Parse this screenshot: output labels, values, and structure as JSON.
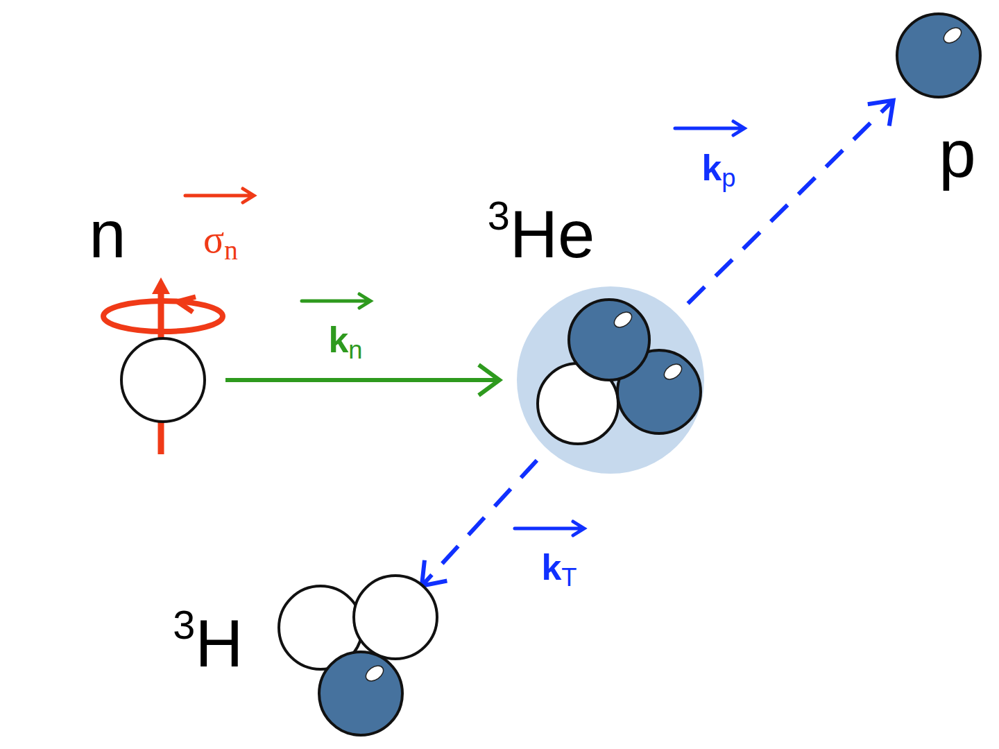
{
  "diagram": {
    "nodes": [
      {
        "text": [
          "n"
        ]
      },
      {
        "text": [
          "3He"
        ]
      },
      {
        "text": [
          "p"
        ]
      },
      {
        "text": [
          "3H"
        ]
      }
    ],
    "edges": [
      {
        "from": 0,
        "to": 1,
        "arrow": "to",
        "label": "kn"
      },
      {
        "from": 1,
        "to": 2,
        "arrow": "to",
        "label": "kp"
      },
      {
        "from": 1,
        "to": 3,
        "arrow": "to",
        "label": "kT"
      }
    ],
    "labels": [
      "σn"
    ]
  }
}
